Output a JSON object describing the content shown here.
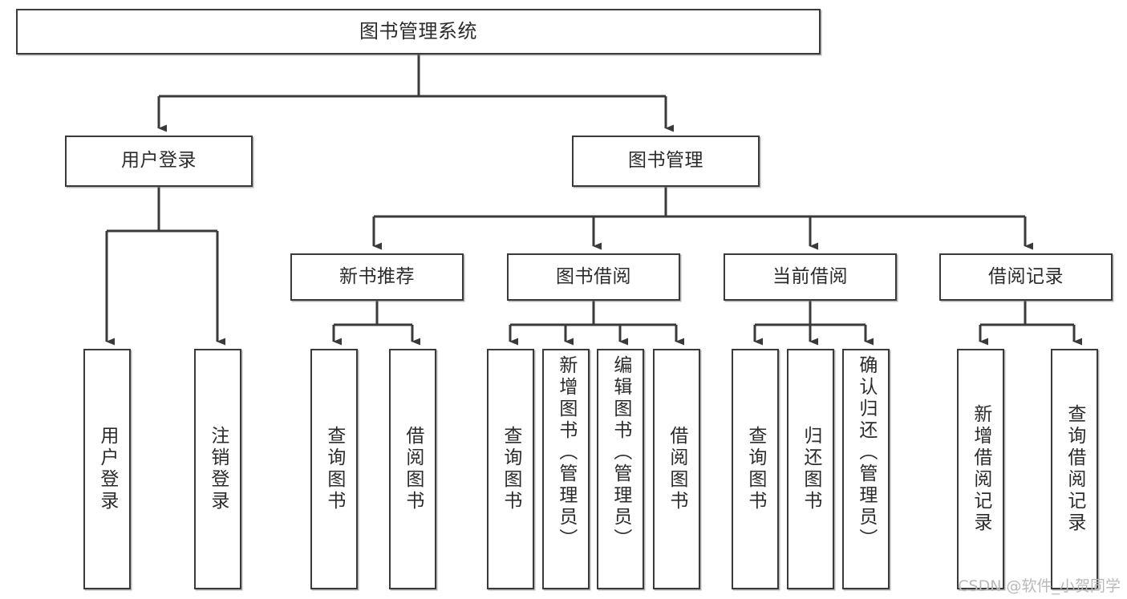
{
  "diagram": {
    "title": "图书管理系统",
    "type": "tree",
    "orientation": "top-down",
    "stroke_color": "#3a3a3a",
    "fill_color": "#ffffff",
    "text_color": "#2b2b2b",
    "watermark": "CSDN @软件_小贺同学"
  },
  "nodes": {
    "root": {
      "label": "图书管理系统",
      "level": 1
    },
    "user_login": {
      "label": "用户登录",
      "level": 2
    },
    "book_manage": {
      "label": "图书管理",
      "level": 2
    },
    "new_book_rec": {
      "label": "新书推荐",
      "level": 3
    },
    "book_borrow": {
      "label": "图书借阅",
      "level": 3
    },
    "current_borrow": {
      "label": "当前借阅",
      "level": 3
    },
    "borrow_record": {
      "label": "借阅记录",
      "level": 3
    },
    "leaf_user_login": {
      "label": "用户登录",
      "level": 4
    },
    "leaf_logout": {
      "label": "注销登录",
      "level": 4
    },
    "leaf_query_book_1": {
      "label": "查询图书",
      "level": 4
    },
    "leaf_borrow_book_1": {
      "label": "借阅图书",
      "level": 4
    },
    "leaf_query_book_2": {
      "label": "查询图书",
      "level": 4
    },
    "leaf_add_book": {
      "label": "新增图书（管理员）",
      "level": 4
    },
    "leaf_edit_book": {
      "label": "编辑图书（管理员）",
      "level": 4
    },
    "leaf_borrow_book_2": {
      "label": "借阅图书",
      "level": 4
    },
    "leaf_query_book_3": {
      "label": "查询图书",
      "level": 4
    },
    "leaf_return_book": {
      "label": "归还图书",
      "level": 4
    },
    "leaf_confirm_return": {
      "label": "确认归还（管理员）",
      "level": 4
    },
    "leaf_add_record": {
      "label": "新增借阅记录",
      "level": 4
    },
    "leaf_query_record": {
      "label": "查询借阅记录",
      "level": 4
    }
  },
  "edges": [
    {
      "from": "root",
      "to": "user_login"
    },
    {
      "from": "root",
      "to": "book_manage"
    },
    {
      "from": "user_login",
      "to": "leaf_user_login"
    },
    {
      "from": "user_login",
      "to": "leaf_logout"
    },
    {
      "from": "book_manage",
      "to": "new_book_rec"
    },
    {
      "from": "book_manage",
      "to": "book_borrow"
    },
    {
      "from": "book_manage",
      "to": "current_borrow"
    },
    {
      "from": "book_manage",
      "to": "borrow_record"
    },
    {
      "from": "new_book_rec",
      "to": "leaf_query_book_1"
    },
    {
      "from": "new_book_rec",
      "to": "leaf_borrow_book_1"
    },
    {
      "from": "book_borrow",
      "to": "leaf_query_book_2"
    },
    {
      "from": "book_borrow",
      "to": "leaf_add_book"
    },
    {
      "from": "book_borrow",
      "to": "leaf_edit_book"
    },
    {
      "from": "book_borrow",
      "to": "leaf_borrow_book_2"
    },
    {
      "from": "current_borrow",
      "to": "leaf_query_book_3"
    },
    {
      "from": "current_borrow",
      "to": "leaf_return_book"
    },
    {
      "from": "current_borrow",
      "to": "leaf_confirm_return"
    },
    {
      "from": "borrow_record",
      "to": "leaf_add_record"
    },
    {
      "from": "borrow_record",
      "to": "leaf_query_record"
    }
  ]
}
